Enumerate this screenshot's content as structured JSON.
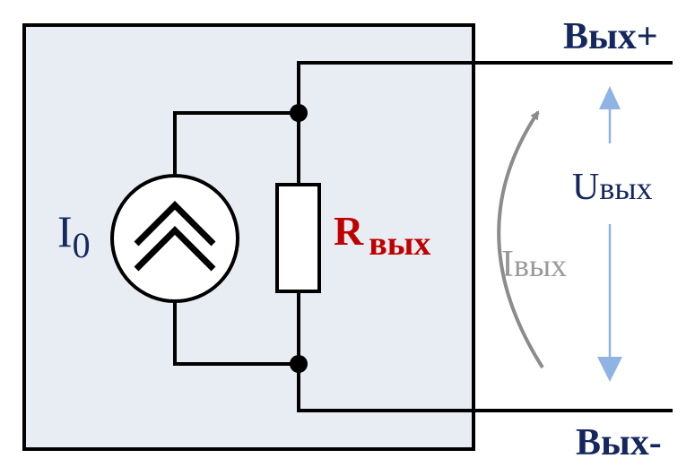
{
  "labels": {
    "out_plus": "Вых+",
    "out_minus": "Вых-",
    "source_main": "I",
    "source_sub": "0",
    "resistor_main": "R",
    "resistor_sub": "вых",
    "voltage_main": "U",
    "voltage_sub": "вых",
    "current_main": "I",
    "current_sub": "вых"
  },
  "colors": {
    "box_fill": "#e8edf4",
    "wire": "#000000",
    "navy": "#14285f",
    "resistor_label": "#c00000",
    "voltage_arrow": "#8fb4e3",
    "current_arrow": "#8c8c8c",
    "current_label": "#9a9a9a"
  },
  "icons": {
    "source": "current-source-icon",
    "resistor": "resistor-icon"
  }
}
